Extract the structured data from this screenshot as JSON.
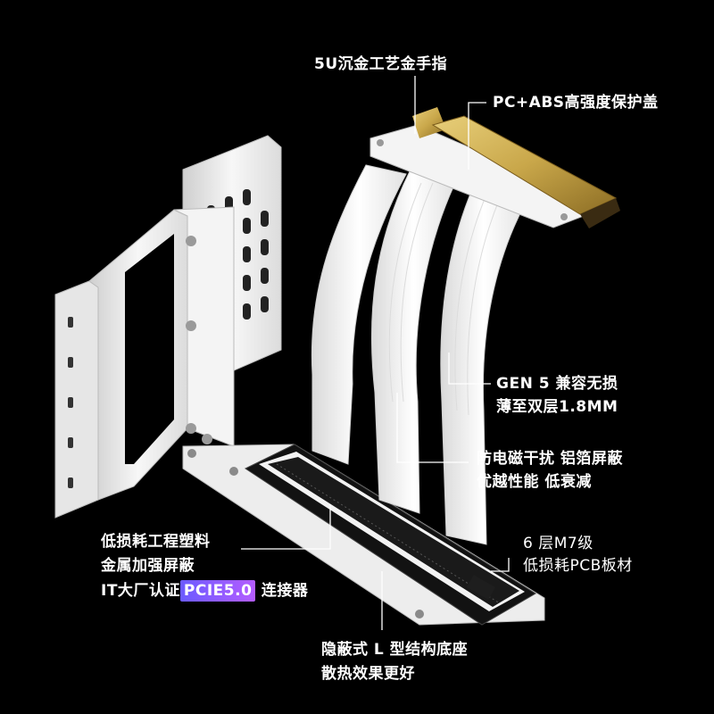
{
  "callouts": {
    "gold_finger": "5U沉金工艺金手指",
    "cover": "PC+ABS高强度保护盖",
    "cable_line1": "GEN 5 兼容无损",
    "cable_line2": "薄至双层1.8MM",
    "shield_line1": "防电磁干扰  铝箔屏蔽",
    "shield_line2": "优越性能  低衰减",
    "pcb_line1": "6 层M7级",
    "pcb_line2": "低损耗PCB板材",
    "connector_line1": "低损耗工程塑料",
    "connector_line2": "金属加强屏蔽",
    "connector_line3_prefix": "IT大厂认证",
    "connector_line3_badge": "PCIE5.0",
    "connector_line3_suffix": " 连接器",
    "base_line1": "隐蔽式 L 型结构底座",
    "base_line2": "散热效果更好"
  },
  "colors": {
    "background": "#000000",
    "product": "#f2f2f2",
    "gold": "#c9a74a",
    "leader": "#ffffff",
    "badge_start": "#6b5bff",
    "badge_end": "#b45cff"
  }
}
